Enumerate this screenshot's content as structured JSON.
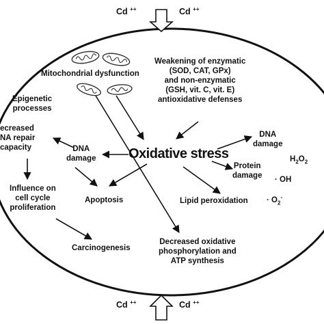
{
  "cd_top_left": {
    "base": "Cd",
    "sup": "++"
  },
  "cd_top_right": {
    "base": "Cd",
    "sup": "++"
  },
  "cd_bottom_left": {
    "base": "Cd",
    "sup": "++"
  },
  "cd_bottom_right": {
    "base": "Cd",
    "sup": "++"
  },
  "center": "Oxidative stress",
  "mito": "Mitochondrial dysfunction",
  "weakening": [
    "Weakening of  enzymatic",
    "(SOD, CAT, GPx)",
    "and non-enzymatic",
    "(GSH, vit. C, vit. E)",
    "antioxidative defenses"
  ],
  "epigenetic": [
    "Epigenetic",
    "processes"
  ],
  "decreased_repair": [
    "ecreased",
    "NA repair",
    "capacity"
  ],
  "dna_damage_left": [
    "DNA",
    "damage"
  ],
  "dna_damage_right": [
    "DNA",
    "damage"
  ],
  "protein_damage": [
    "Protein",
    "damage"
  ],
  "cell_cycle": [
    "Influence on",
    "cell cycle",
    "proliferation"
  ],
  "apoptosis": "Apoptosis",
  "lipid": "Lipid peroxidation",
  "carcinogenesis": "Carcinogenesis",
  "decreased_ox": [
    "Decreased oxidative",
    "phosphorylation and",
    "ATP synthesis"
  ],
  "h2o2": {
    "a": "H",
    "b": "2",
    "c": "O",
    "d": "2"
  },
  "oh": "· OH",
  "o2": {
    "base": "· O",
    "sub": "2",
    "sup": "-"
  }
}
